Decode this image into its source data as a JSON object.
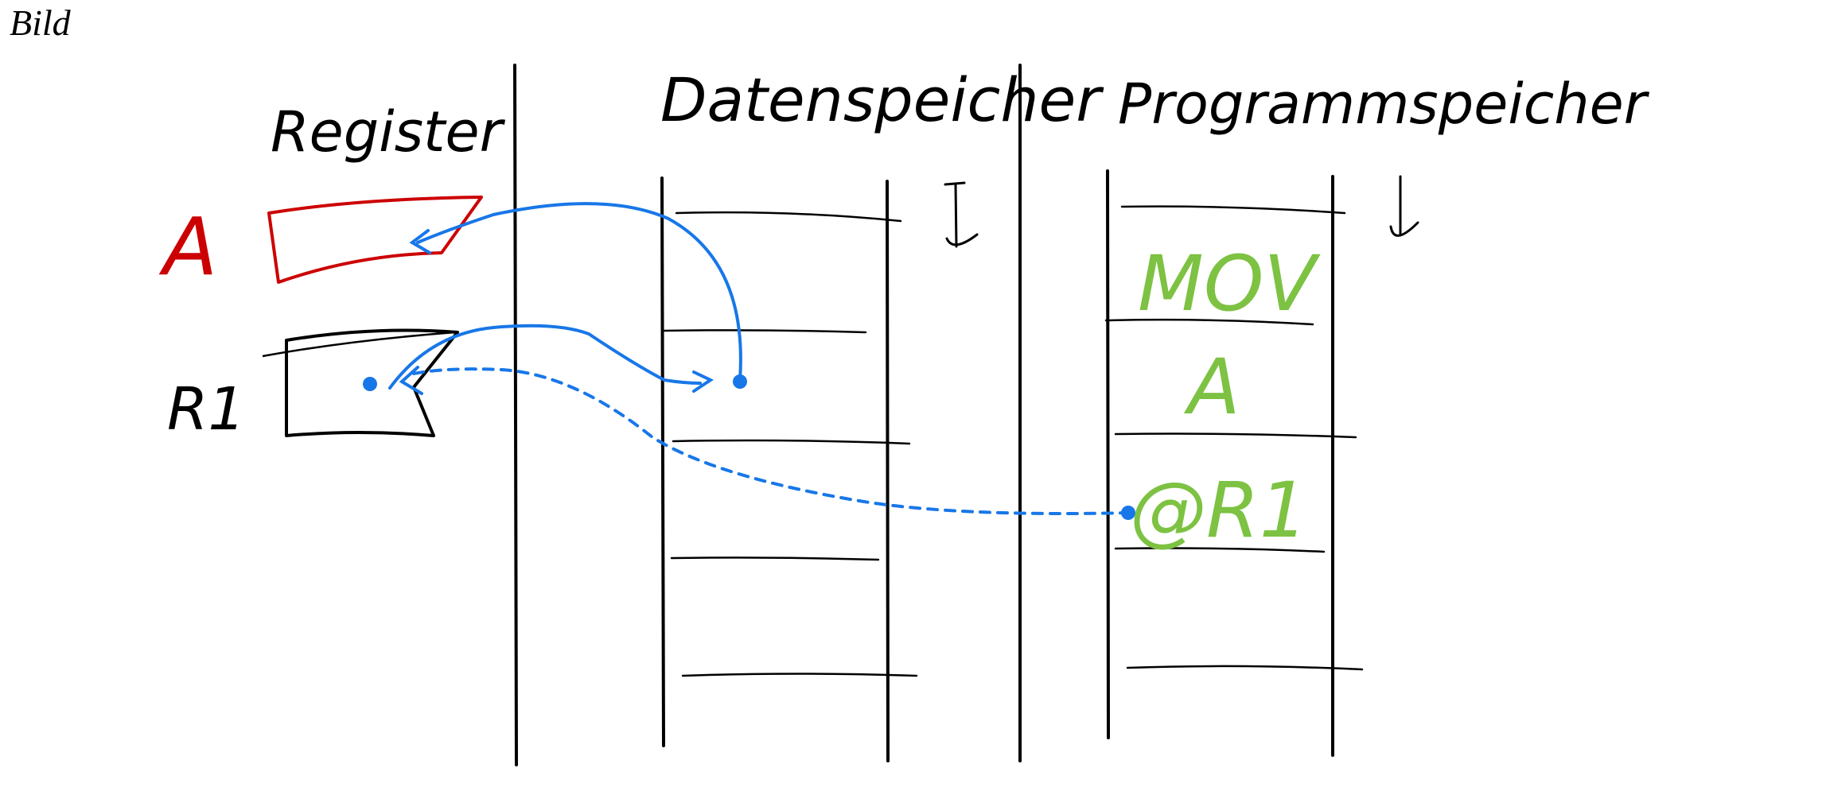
{
  "page": {
    "label": "Bild"
  },
  "diagram": {
    "headings": {
      "registers": "Register",
      "data_memory": "Datenspeicher",
      "program_memory": "Programmspeicher"
    },
    "registers": [
      {
        "name": "A",
        "color": "#cc0000"
      },
      {
        "name": "R1",
        "color": "#000000"
      }
    ],
    "program_memory_cells": [
      "MOV",
      "A",
      "@R1"
    ],
    "colors": {
      "pointer": "#1877e8",
      "instruction": "#7dc242",
      "register_a": "#cc0000",
      "ink": "#000000"
    },
    "icons": [
      "down-arrow-icon",
      "down-arrow-icon"
    ]
  }
}
